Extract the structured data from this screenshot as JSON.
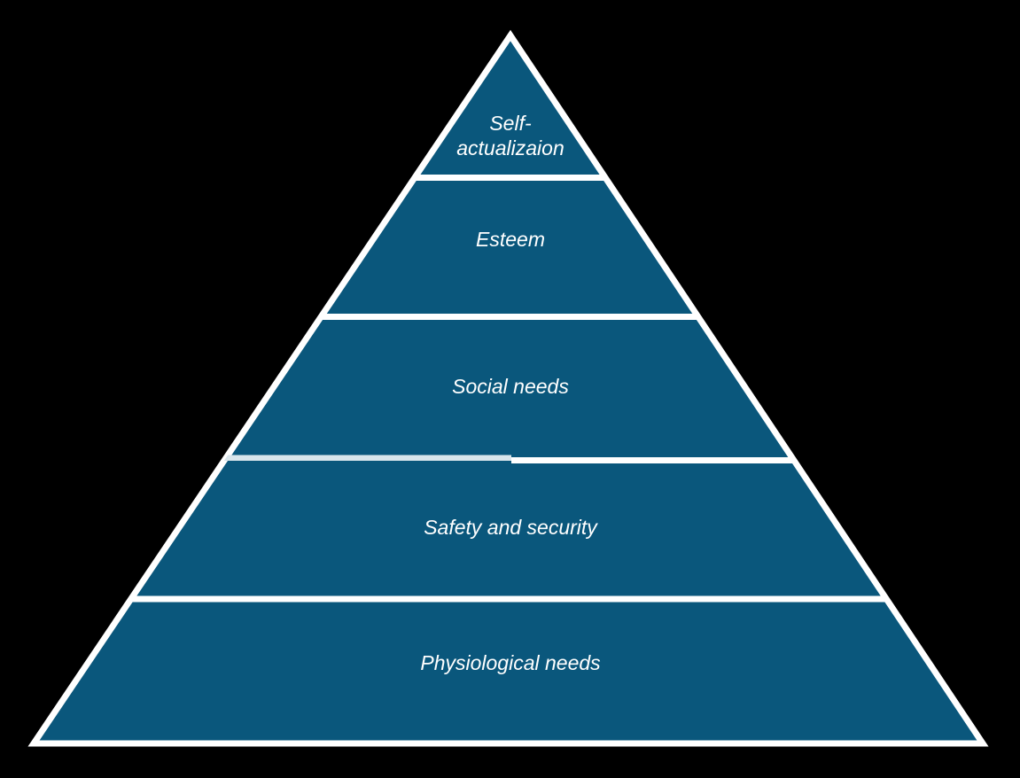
{
  "diagram": {
    "levels": [
      {
        "id": "self-actualization",
        "lines": [
          "Self-",
          "actualizaion"
        ]
      },
      {
        "id": "esteem",
        "lines": [
          "Esteem"
        ]
      },
      {
        "id": "social-needs",
        "lines": [
          "Social needs"
        ]
      },
      {
        "id": "safety-and-security",
        "lines": [
          "Safety and security"
        ]
      },
      {
        "id": "physiological-needs",
        "lines": [
          "Physiological needs"
        ]
      }
    ]
  },
  "colors": {
    "background": "#000000",
    "pyramid_fill": "#0a577c",
    "outline": "#ffffff",
    "divider_tint": "#d9e6ec",
    "label_text": "#ffffff"
  }
}
